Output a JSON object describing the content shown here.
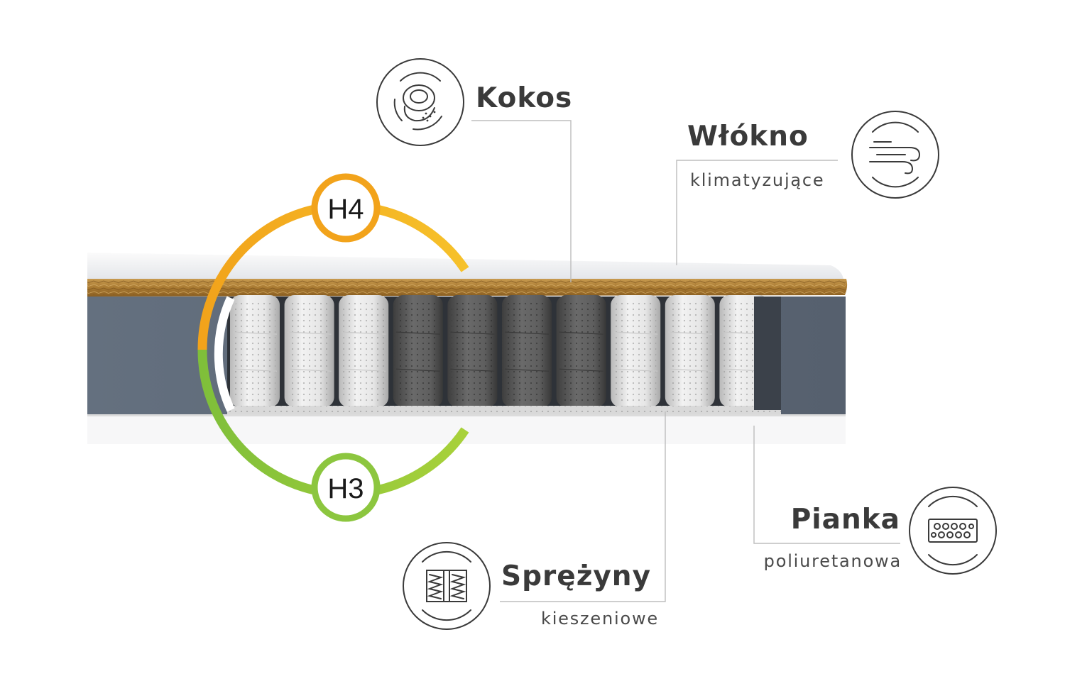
{
  "layers": {
    "kokos": {
      "title": "Kokos",
      "icon": "coconut-icon"
    },
    "wlokno": {
      "title": "Włókno",
      "subtitle": "klimatyzujące",
      "icon": "wind-icon"
    },
    "sprezyny": {
      "title": "Sprężyny",
      "subtitle": "kieszeniowe",
      "icon": "pocket-spring-icon"
    },
    "pianka": {
      "title": "Pianka",
      "subtitle": "poliuretanowa",
      "icon": "foam-icon"
    }
  },
  "firmness": {
    "top": {
      "label": "H4",
      "color": "#f2a31b"
    },
    "bottom": {
      "label": "H3",
      "color": "#8cc63f"
    }
  },
  "colors": {
    "coconut": "#b98a3e",
    "side_foam": "#5d6776",
    "spring_white": "#e4e4e4",
    "spring_dark": "#5b5b5b",
    "leader_line": "#bbbbbb"
  }
}
